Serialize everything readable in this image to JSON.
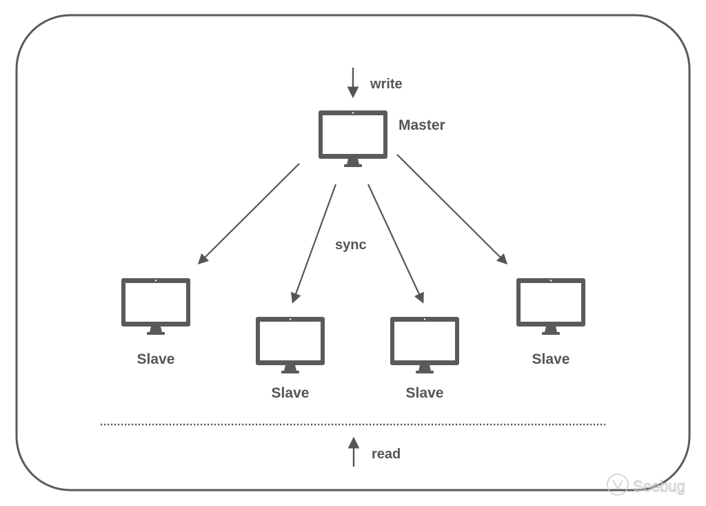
{
  "diagram": {
    "labels": {
      "write": "write",
      "master": "Master",
      "sync": "sync",
      "read": "read"
    },
    "slaves": [
      {
        "label": "Slave"
      },
      {
        "label": "Slave"
      },
      {
        "label": "Slave"
      },
      {
        "label": "Slave"
      }
    ],
    "watermark": {
      "brand": "Seebug"
    },
    "colors": {
      "ink": "#555555",
      "monitor": "#5a5a5a",
      "frame": "#5a5a5a",
      "watermark": "#c8c8c8"
    }
  }
}
